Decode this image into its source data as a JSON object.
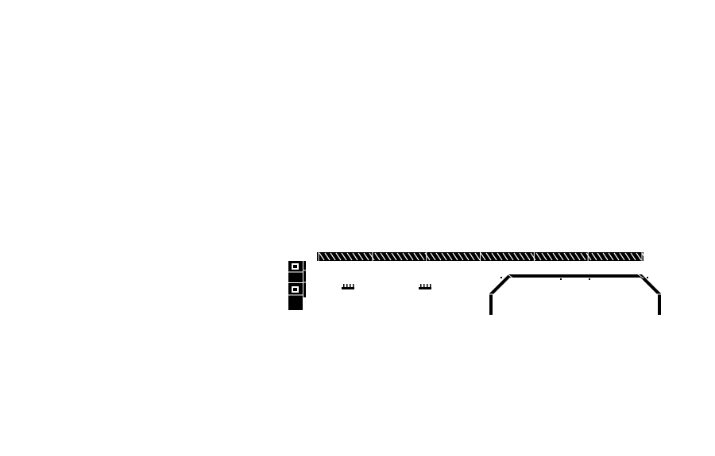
{
  "canvas": {
    "background": "#ffffff",
    "ink": "#000000"
  },
  "elements": {
    "hatched_bar": {
      "segments": 6
    },
    "left_stack": {
      "units": 2
    },
    "comb_markers": {
      "count": 2,
      "teeth": 4
    },
    "loop_track": {
      "tick_marks": 4
    }
  }
}
